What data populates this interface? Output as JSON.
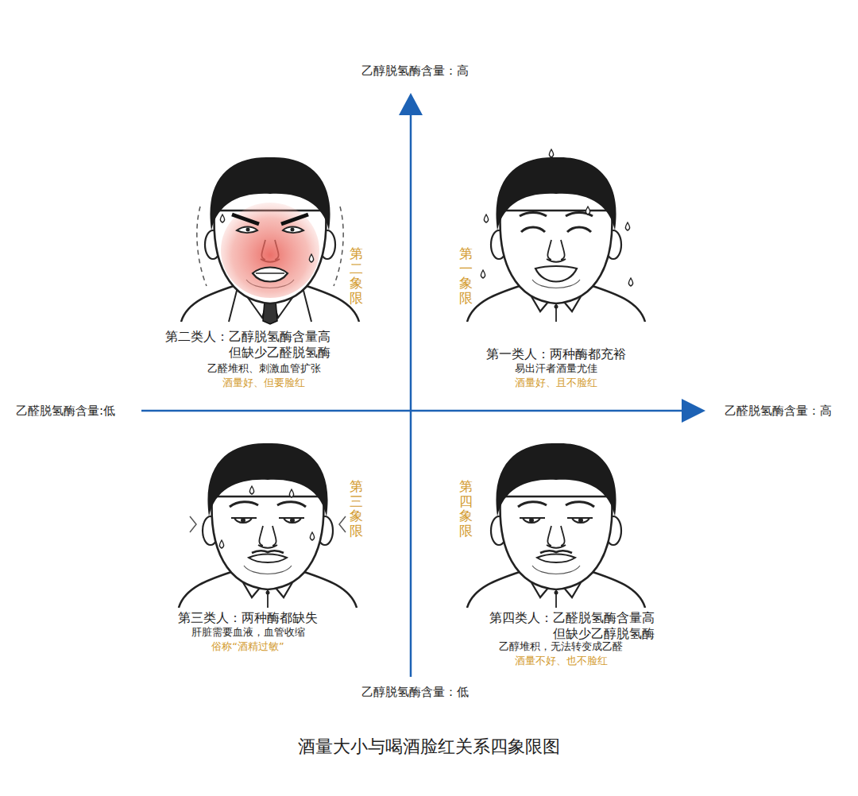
{
  "diagram": {
    "title": "酒量大小与喝酒脸红关系四象限图",
    "labels": [
      "乙醇脱氢酶含量：高",
      "乙醛脱氢酶含量:低",
      "乙醛脱氢酶含量：高",
      "乙醇脱氢酶含量：低",
      "第二象限",
      "第二类人：乙醇脱氢酶含量高 但缺少乙醛脱氢酶",
      "乙醛堆积、刺激血管扩张",
      "酒量好、但要脸红",
      "第一象限",
      "第一类人：两种酶都充裕",
      "易出汗者酒量尤佳",
      "酒量好、且不脸红",
      "第三象限",
      "第三类人：两种酶都缺失",
      "肝脏需要血液，血管收缩",
      "俗称“酒精过敏”",
      "第四象限",
      "第四类人：乙醛脱氢酶含量高 但缺少乙醇脱氢酶",
      "乙醇堆积，无法转变成乙醛",
      "酒量不好、也不脸红"
    ]
  }
}
